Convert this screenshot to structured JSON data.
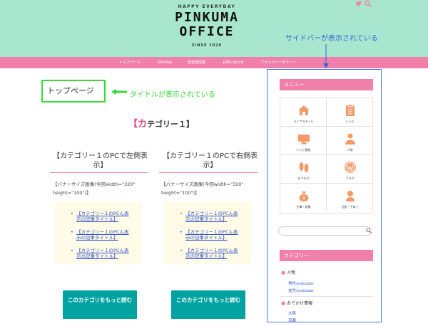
{
  "header": {
    "tagline": "HAPPY EVERYDAY",
    "title_line1": "PINKUMA",
    "title_line2": "OFFICE",
    "since": "SINSE 2020",
    "icons": [
      "twitter-icon",
      "search-icon"
    ]
  },
  "nav": {
    "items": [
      "トップページ",
      "SiteMap",
      "運営者情報",
      "お問い合わせ",
      "プライバシーポリシー"
    ]
  },
  "main": {
    "page_title": "トップページ",
    "category_heading_first": "【カ",
    "category_heading_rest": "テゴリー１】",
    "columns": [
      {
        "title": "【カテゴリー１のPCで左側表示】",
        "banner_note": "【バナーサイズ画像(今回width=\"320\" height=\"100\")】",
        "links": [
          "【カテゴリー１のPCん表示の記事タイトル】",
          "【カテゴリー１のPCん表示の記事タイトル】",
          "【カテゴリー１のPCん表示の記事タイトル】"
        ],
        "button": "このカテゴリをもっと読む"
      },
      {
        "title": "【カテゴリー１のPCで右側表示】",
        "banner_note": "【バナーサイズ画像(今回width=\"320\" height=\"100\")】",
        "links": [
          "【カテゴリー１のPCん表示の記事タイトル】",
          "【カテゴリー１のPCん表示の記事タイトル】",
          "【カテゴリー１のPCん表示の記事タイトル】"
        ],
        "button": "このカテゴリをもっと読む"
      }
    ]
  },
  "annotations": {
    "title_note": "タイトルが表示されている",
    "sidebar_note": "サイドバーが表示されている",
    "title_note_color": "#33dd33",
    "sidebar_note_color": "#3366dd"
  },
  "sidebar": {
    "menu_heading": "メニュー",
    "menu_items": [
      {
        "label": "ライフスタイル",
        "icon": "house-icon"
      },
      {
        "label": "レシピ",
        "icon": "recipe-icon"
      },
      {
        "label": "テレビ番組",
        "icon": "monitor-icon"
      },
      {
        "label": "人物",
        "icon": "person-icon"
      },
      {
        "label": "おでかけ",
        "icon": "footprints-icon"
      },
      {
        "label": "ブログ",
        "icon": "wordpress-icon"
      },
      {
        "label": "仕事・副業",
        "icon": "money-bag-icon"
      },
      {
        "label": "出産・子育て",
        "icon": "baby-icon"
      }
    ],
    "search_placeholder": "",
    "category_heading": "カテゴリー",
    "categories": [
      {
        "name": "人物",
        "children": [
          "男性youtuber",
          "女性youtuber"
        ]
      },
      {
        "name": "おでかけ情報",
        "children": [
          "大阪",
          "京都"
        ]
      }
    ]
  },
  "colors": {
    "header_bg": "#a8e6cf",
    "nav_bg": "#f07faa",
    "button_bg": "#00a3a0",
    "accent_pink": "#e8457a",
    "link_box_bg": "#fffbe6"
  }
}
